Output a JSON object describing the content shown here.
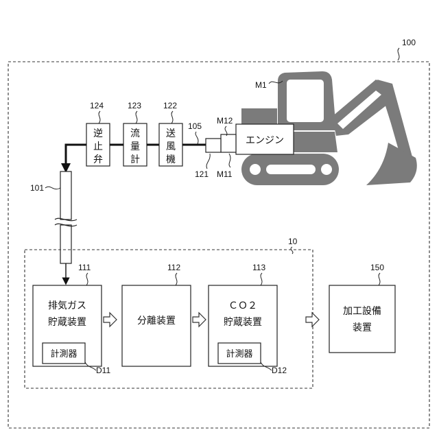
{
  "refs": {
    "system": "100",
    "subsystem": "10",
    "excavator": "M1",
    "exhaust_pipe": "101",
    "pipe_connector": "105",
    "check_valve": "124",
    "flow_meter": "123",
    "blower": "122",
    "adapter": "121",
    "engine_port_upper": "M12",
    "engine_port_lower": "M11",
    "exhaust_storage": "111",
    "separator": "112",
    "co2_storage": "113",
    "processing": "150",
    "meter_1": "D11",
    "meter_2": "D12"
  },
  "labels": {
    "engine": "エンジン",
    "check_valve": [
      "逆",
      "止",
      "弁"
    ],
    "flow_meter": [
      "流",
      "量",
      "計"
    ],
    "blower": [
      "送",
      "風",
      "機"
    ],
    "exhaust_storage": [
      "排気ガス",
      "貯蔵装置"
    ],
    "separator": "分離装置",
    "co2_storage": [
      "ＣＯ２",
      "貯蔵装置"
    ],
    "processing": [
      "加工設備",
      "装置"
    ],
    "meter": "計測器"
  },
  "colors": {
    "machine": "#7b7b7b",
    "machine_dark": "#5f5f5f",
    "line": "#222222"
  }
}
